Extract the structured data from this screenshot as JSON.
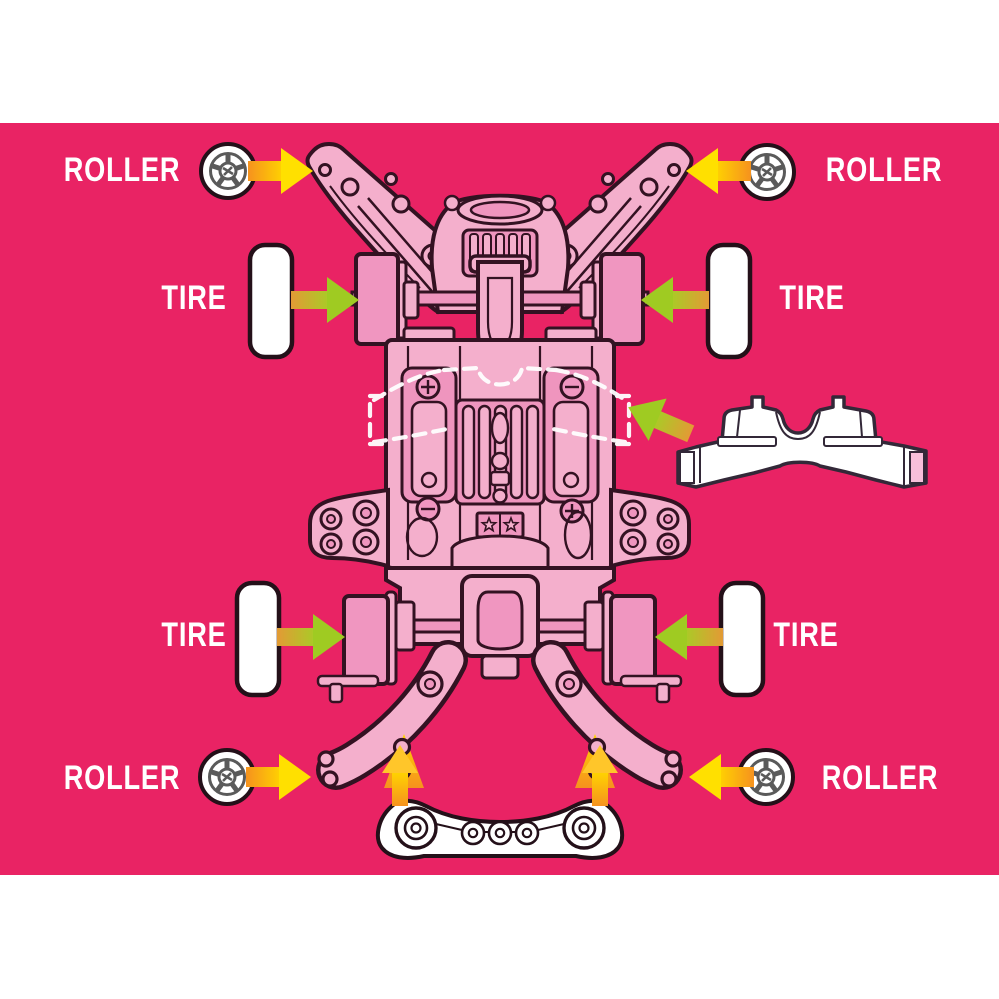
{
  "diagram": {
    "background_color": "#E92364",
    "canvas_color": "#FFFFFF",
    "colors": {
      "chassis_body": "#F4AFCC",
      "chassis_shade": "#EF95BE",
      "chassis_tire": "#F096C0",
      "outline": "#331222",
      "arrow_yellow": "#FFE000",
      "arrow_orange": "#F6921E",
      "arrow_green": "#9FCB22",
      "white_part": "#FFFFFF"
    },
    "labels": {
      "roller_top_left": "ROLLER",
      "roller_top_right": "ROLLER",
      "tire_front_left": "TIRE",
      "tire_front_right": "TIRE",
      "tire_rear_left": "TIRE",
      "tire_rear_right": "TIRE",
      "roller_bottom_left": "ROLLER",
      "roller_bottom_right": "ROLLER"
    }
  }
}
